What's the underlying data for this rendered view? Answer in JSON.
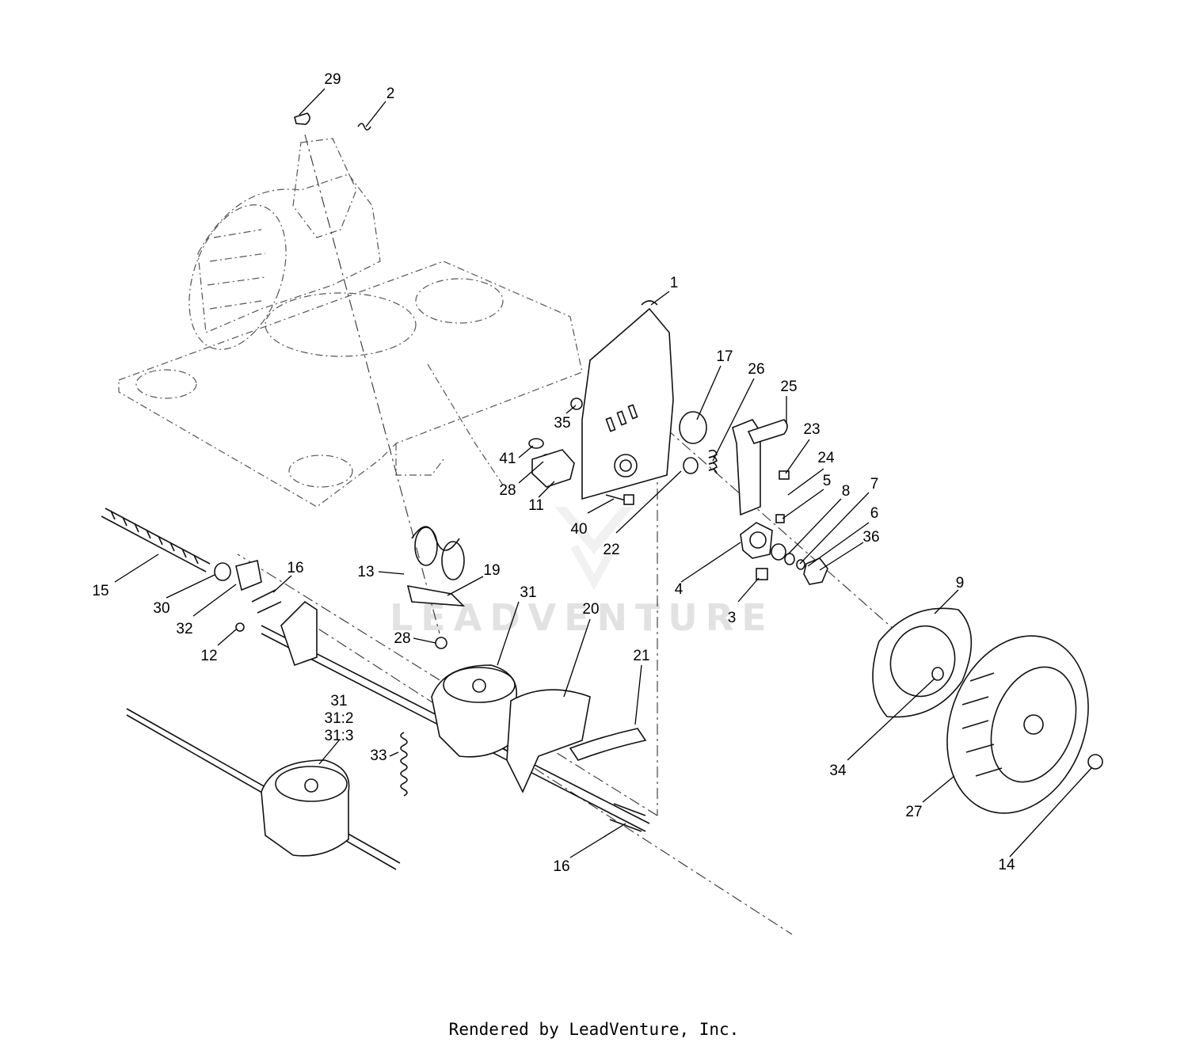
{
  "watermark": "LEADVENTURE",
  "footer": "Rendered by LeadVenture, Inc.",
  "callouts": [
    {
      "id": "c29",
      "label": "29"
    },
    {
      "id": "c2",
      "label": "2"
    },
    {
      "id": "c1",
      "label": "1"
    },
    {
      "id": "c17",
      "label": "17"
    },
    {
      "id": "c26",
      "label": "26"
    },
    {
      "id": "c25",
      "label": "25"
    },
    {
      "id": "c23",
      "label": "23"
    },
    {
      "id": "c24",
      "label": "24"
    },
    {
      "id": "c5",
      "label": "5"
    },
    {
      "id": "c8",
      "label": "8"
    },
    {
      "id": "c7",
      "label": "7"
    },
    {
      "id": "c6",
      "label": "6"
    },
    {
      "id": "c36",
      "label": "36"
    },
    {
      "id": "c35",
      "label": "35"
    },
    {
      "id": "c41",
      "label": "41"
    },
    {
      "id": "c28a",
      "label": "28"
    },
    {
      "id": "c11",
      "label": "11"
    },
    {
      "id": "c40",
      "label": "40"
    },
    {
      "id": "c22",
      "label": "22"
    },
    {
      "id": "c4",
      "label": "4"
    },
    {
      "id": "c3",
      "label": "3"
    },
    {
      "id": "c15",
      "label": "15"
    },
    {
      "id": "c30",
      "label": "30"
    },
    {
      "id": "c16a",
      "label": "16"
    },
    {
      "id": "c32",
      "label": "32"
    },
    {
      "id": "c12",
      "label": "12"
    },
    {
      "id": "c13",
      "label": "13"
    },
    {
      "id": "c19",
      "label": "19"
    },
    {
      "id": "c28b",
      "label": "28"
    },
    {
      "id": "c31a",
      "label": "31"
    },
    {
      "id": "c20",
      "label": "20"
    },
    {
      "id": "c21",
      "label": "21"
    },
    {
      "id": "c9",
      "label": "9"
    },
    {
      "id": "c31b",
      "label": "31"
    },
    {
      "id": "c31c",
      "label": "31:2"
    },
    {
      "id": "c31d",
      "label": "31:3"
    },
    {
      "id": "c33",
      "label": "33"
    },
    {
      "id": "c16b",
      "label": "16"
    },
    {
      "id": "c34",
      "label": "34"
    },
    {
      "id": "c27",
      "label": "27"
    },
    {
      "id": "c14",
      "label": "14"
    }
  ]
}
